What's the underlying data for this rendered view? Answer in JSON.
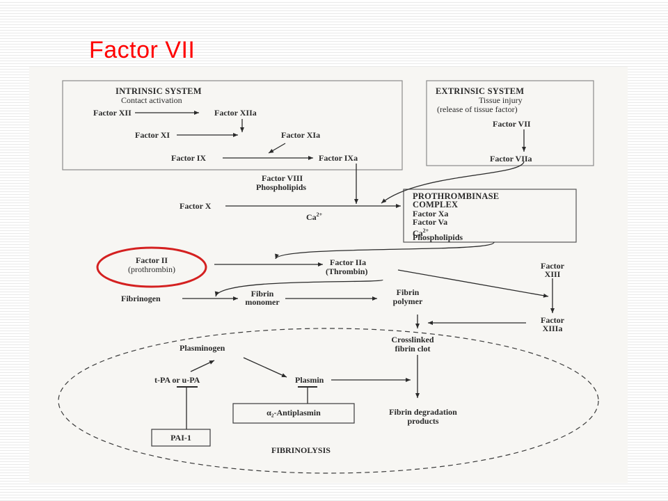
{
  "slide": {
    "title": "Factor VII"
  },
  "intrinsic": {
    "title": "INTRINSIC SYSTEM",
    "subtitle": "Contact activation",
    "f12": "Factor XII",
    "f12a": "Factor XIIa",
    "f11": "Factor XI",
    "f11a": "Factor XIa",
    "f9": "Factor IX",
    "f9a": "Factor IXa"
  },
  "extrinsic": {
    "title": "EXTRINSIC SYSTEM",
    "line1": "Tissue injury",
    "line2": "(release of tissue factor)",
    "f7": "Factor VII",
    "f7a": "Factor VIIa"
  },
  "cofactors": {
    "f8": "Factor VIII",
    "phospholipids": "Phospholipids"
  },
  "fx": {
    "label": "Factor X",
    "ca": "Ca",
    "ca_sup": "2+"
  },
  "prothrombinase": {
    "line1": "PROTHROMBINASE",
    "line2": "COMPLEX",
    "line3": "Factor Xa",
    "line4": "Factor Va",
    "line5": "Ca",
    "line5_sup": "2+",
    "line6": "Phospholipids"
  },
  "thrombin": {
    "f2": "Factor II",
    "f2_paren": "(prothrombin)",
    "f2a": "Factor IIa",
    "f2a_paren": "(Thrombin)"
  },
  "fibrin": {
    "fibrinogen": "Fibrinogen",
    "monomer1": "Fibrin",
    "monomer2": "monomer",
    "polymer1": "Fibrin",
    "polymer2": "polymer",
    "clot1": "Crosslinked",
    "clot2": "fibrin clot"
  },
  "f13": {
    "l1": "Factor",
    "l2": "XIII",
    "a1": "Factor",
    "a2": "XIIIa"
  },
  "fibrinolysis": {
    "plasminogen": "Plasminogen",
    "tpa": "t-PA or u-PA",
    "plasmin": "Plasmin",
    "antiplasmin": "α₂-Antiplasmin",
    "pai": "PAI-1",
    "fdp1": "Fibrin degradation",
    "fdp2": "products",
    "label": "FIBRINOLYSIS"
  },
  "colors": {
    "title": "#ff0000",
    "highlight_circle": "#d42020",
    "ink": "#2a2a2a"
  }
}
